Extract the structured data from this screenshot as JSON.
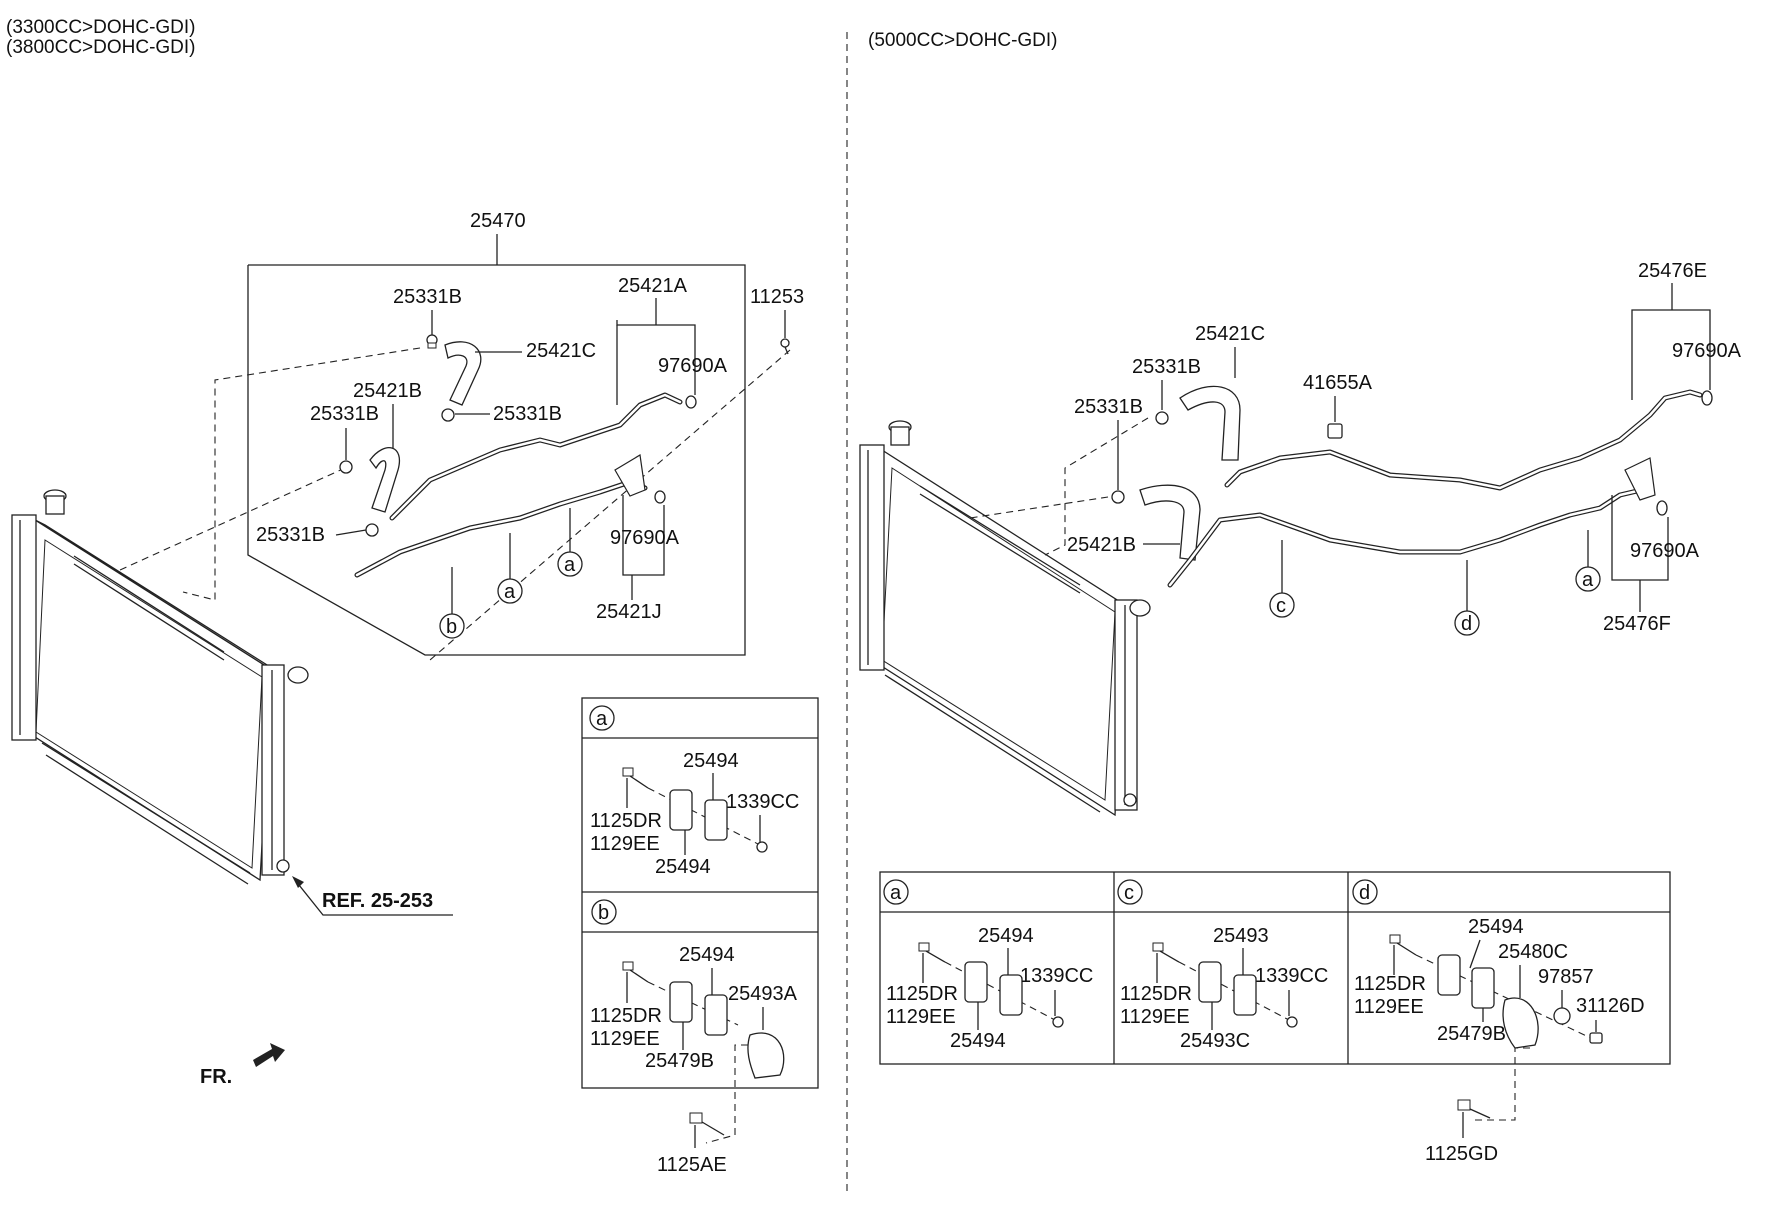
{
  "headers": {
    "left_line1": "(3300CC>DOHC-GDI)",
    "left_line2": "(3800CC>DOHC-GDI)",
    "right": "(5000CC>DOHC-GDI)"
  },
  "left_labels": {
    "assembly": "25470",
    "clamp_top": "25331B",
    "hose_c": "25421C",
    "pipe_a": "25421A",
    "bolt": "11253",
    "oring_top": "97690A",
    "hose_b": "25421B",
    "clamp_mid_left": "25331B",
    "clamp_mid_right": "25331B",
    "clamp_low": "25331B",
    "oring_low": "97690A",
    "pipe_j": "25421J",
    "ref": "REF. 25-253",
    "front": "FR."
  },
  "left_callouts": [
    "a",
    "a",
    "b"
  ],
  "left_detail_a": {
    "letter": "a",
    "labels": [
      "25494",
      "1339CC",
      "1125DR",
      "1129EE",
      "25494"
    ]
  },
  "left_detail_b": {
    "letter": "b",
    "labels": [
      "25494",
      "25493A",
      "1125DR",
      "1129EE",
      "25479B"
    ],
    "below": "1125AE"
  },
  "right_labels": {
    "hose_c": "25421C",
    "clamp_a": "25331B",
    "clamp_b": "25331B",
    "cap": "41655A",
    "pipe_e": "25476E",
    "oring_top": "97690A",
    "hose_b": "25421B",
    "oring_low": "97690A",
    "pipe_f": "25476F"
  },
  "right_callouts": [
    "c",
    "d",
    "a"
  ],
  "right_detail_a": {
    "letter": "a",
    "labels": [
      "25494",
      "1339CC",
      "1125DR",
      "1129EE",
      "25494"
    ]
  },
  "right_detail_c": {
    "letter": "c",
    "labels": [
      "25493",
      "1339CC",
      "1125DR",
      "1129EE",
      "25493C"
    ]
  },
  "right_detail_d": {
    "letter": "d",
    "labels": [
      "25494",
      "25480C",
      "97857",
      "1125DR",
      "1129EE",
      "31126D",
      "25479B"
    ],
    "below": "1125GD"
  }
}
